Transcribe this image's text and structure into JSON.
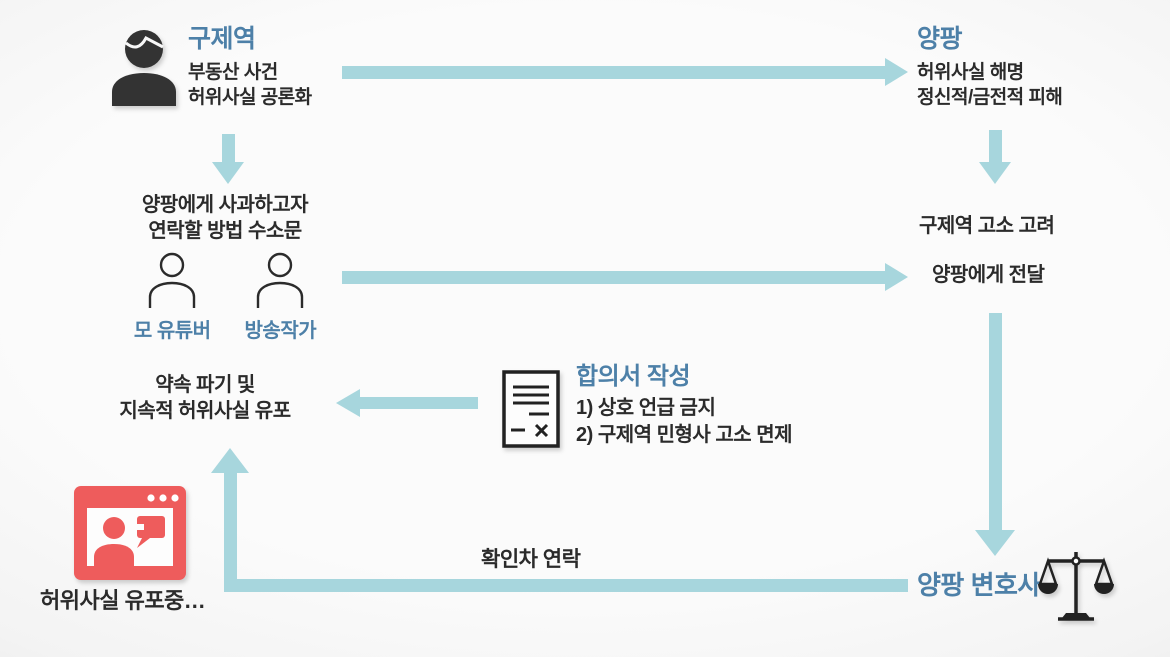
{
  "colors": {
    "arrow": "#a7d6dd",
    "accent_blue": "#4d80a8",
    "text_dark": "#2b2b2b",
    "icon_red": "#ee5c5c",
    "icon_dark": "#333333"
  },
  "nodes": {
    "gujeyeok": {
      "icon": "person-filled-icon",
      "title": "구제역",
      "line1": "부동산 사건",
      "line2": "허위사실 공론화"
    },
    "yangpang": {
      "title": "양팡",
      "line1": "허위사실 해명",
      "line2": "정신적/금전적 피해"
    },
    "apology": {
      "line1": "양팡에게 사과하고자",
      "line2": "연락할 방법 수소문",
      "person1": {
        "icon": "person-outline-icon",
        "label": "모 유튜버"
      },
      "person2": {
        "icon": "person-outline-icon",
        "label": "방송작가"
      }
    },
    "consider": {
      "line1": "구제역 고소 고려",
      "line2": "양팡에게 전달"
    },
    "agreement": {
      "icon": "document-icon",
      "title": "합의서 작성",
      "line1": "1) 상호 언급 금지",
      "line2": "2) 구제역 민형사 고소 면제"
    },
    "break_promise": {
      "line1": "약속 파기 및",
      "line2": "지속적 허위사실 유포"
    },
    "spreading": {
      "icon": "broadcast-window-icon",
      "caption": "허위사실 유포중…"
    },
    "lawyer": {
      "title": "양팡 변호사",
      "icon": "scales-of-justice-icon"
    }
  },
  "edges": {
    "confirm_label": "확인차 연락"
  }
}
